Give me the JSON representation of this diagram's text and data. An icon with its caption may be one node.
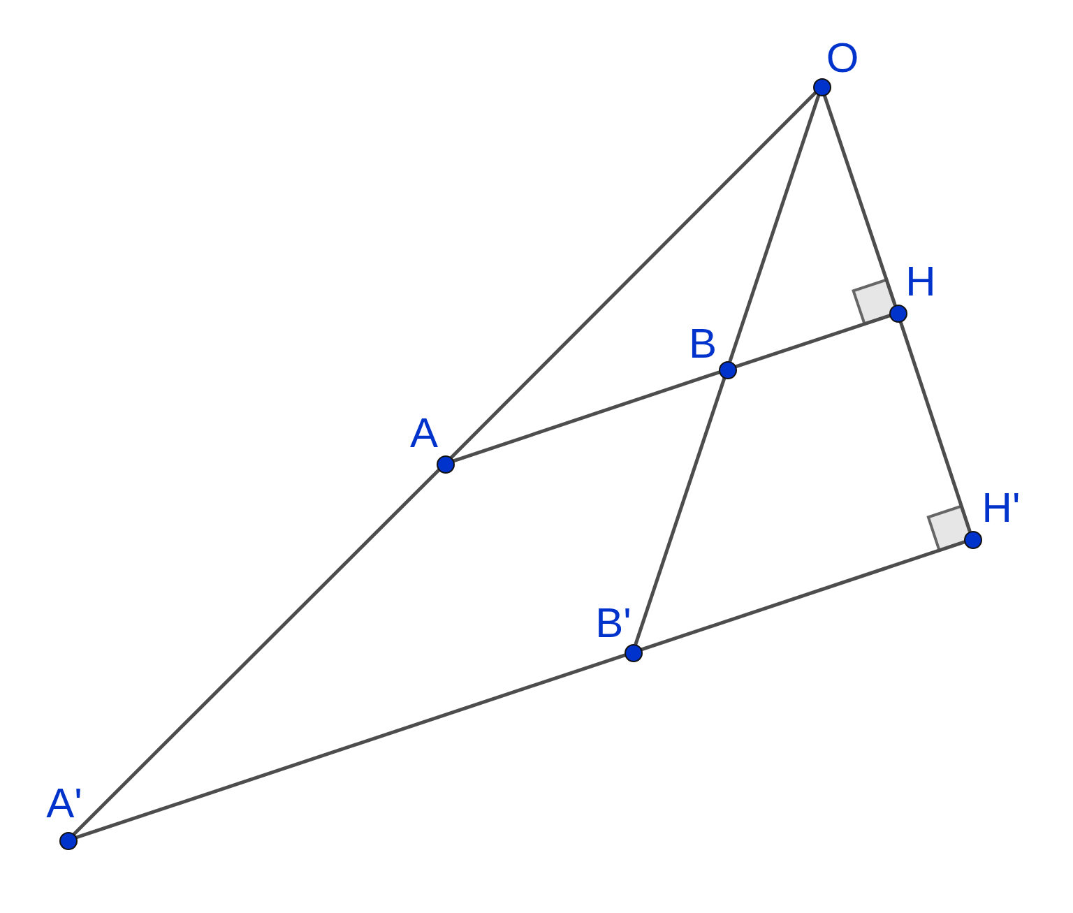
{
  "diagram": {
    "nodes": [
      {
        "text": [],
        "shape": "circle",
        "beside": [
          "O"
        ]
      },
      {
        "text": [],
        "shape": "circle",
        "beside": [
          "H"
        ]
      },
      {
        "text": [],
        "shape": "circle",
        "beside": [
          "B"
        ]
      },
      {
        "text": [],
        "shape": "circle",
        "beside": [
          "A"
        ]
      },
      {
        "text": [],
        "shape": "circle",
        "beside": [
          "H'"
        ]
      },
      {
        "text": [],
        "shape": "circle",
        "beside": [
          "B'"
        ]
      },
      {
        "text": [],
        "shape": "circle",
        "beside": [
          "A'"
        ]
      }
    ],
    "edges": [
      {
        "from": 0,
        "to": 3,
        "arrow": "none"
      },
      {
        "from": 3,
        "to": 6,
        "arrow": "none"
      },
      {
        "from": 0,
        "to": 2,
        "arrow": "none"
      },
      {
        "from": 2,
        "to": 5,
        "arrow": "none"
      },
      {
        "from": 0,
        "to": 1,
        "arrow": "none"
      },
      {
        "from": 1,
        "to": 4,
        "arrow": "none"
      },
      {
        "from": 3,
        "to": 2,
        "arrow": "none"
      },
      {
        "from": 2,
        "to": 1,
        "arrow": "none"
      },
      {
        "from": 6,
        "to": 5,
        "arrow": "none"
      },
      {
        "from": 5,
        "to": 4,
        "arrow": "none"
      }
    ]
  }
}
